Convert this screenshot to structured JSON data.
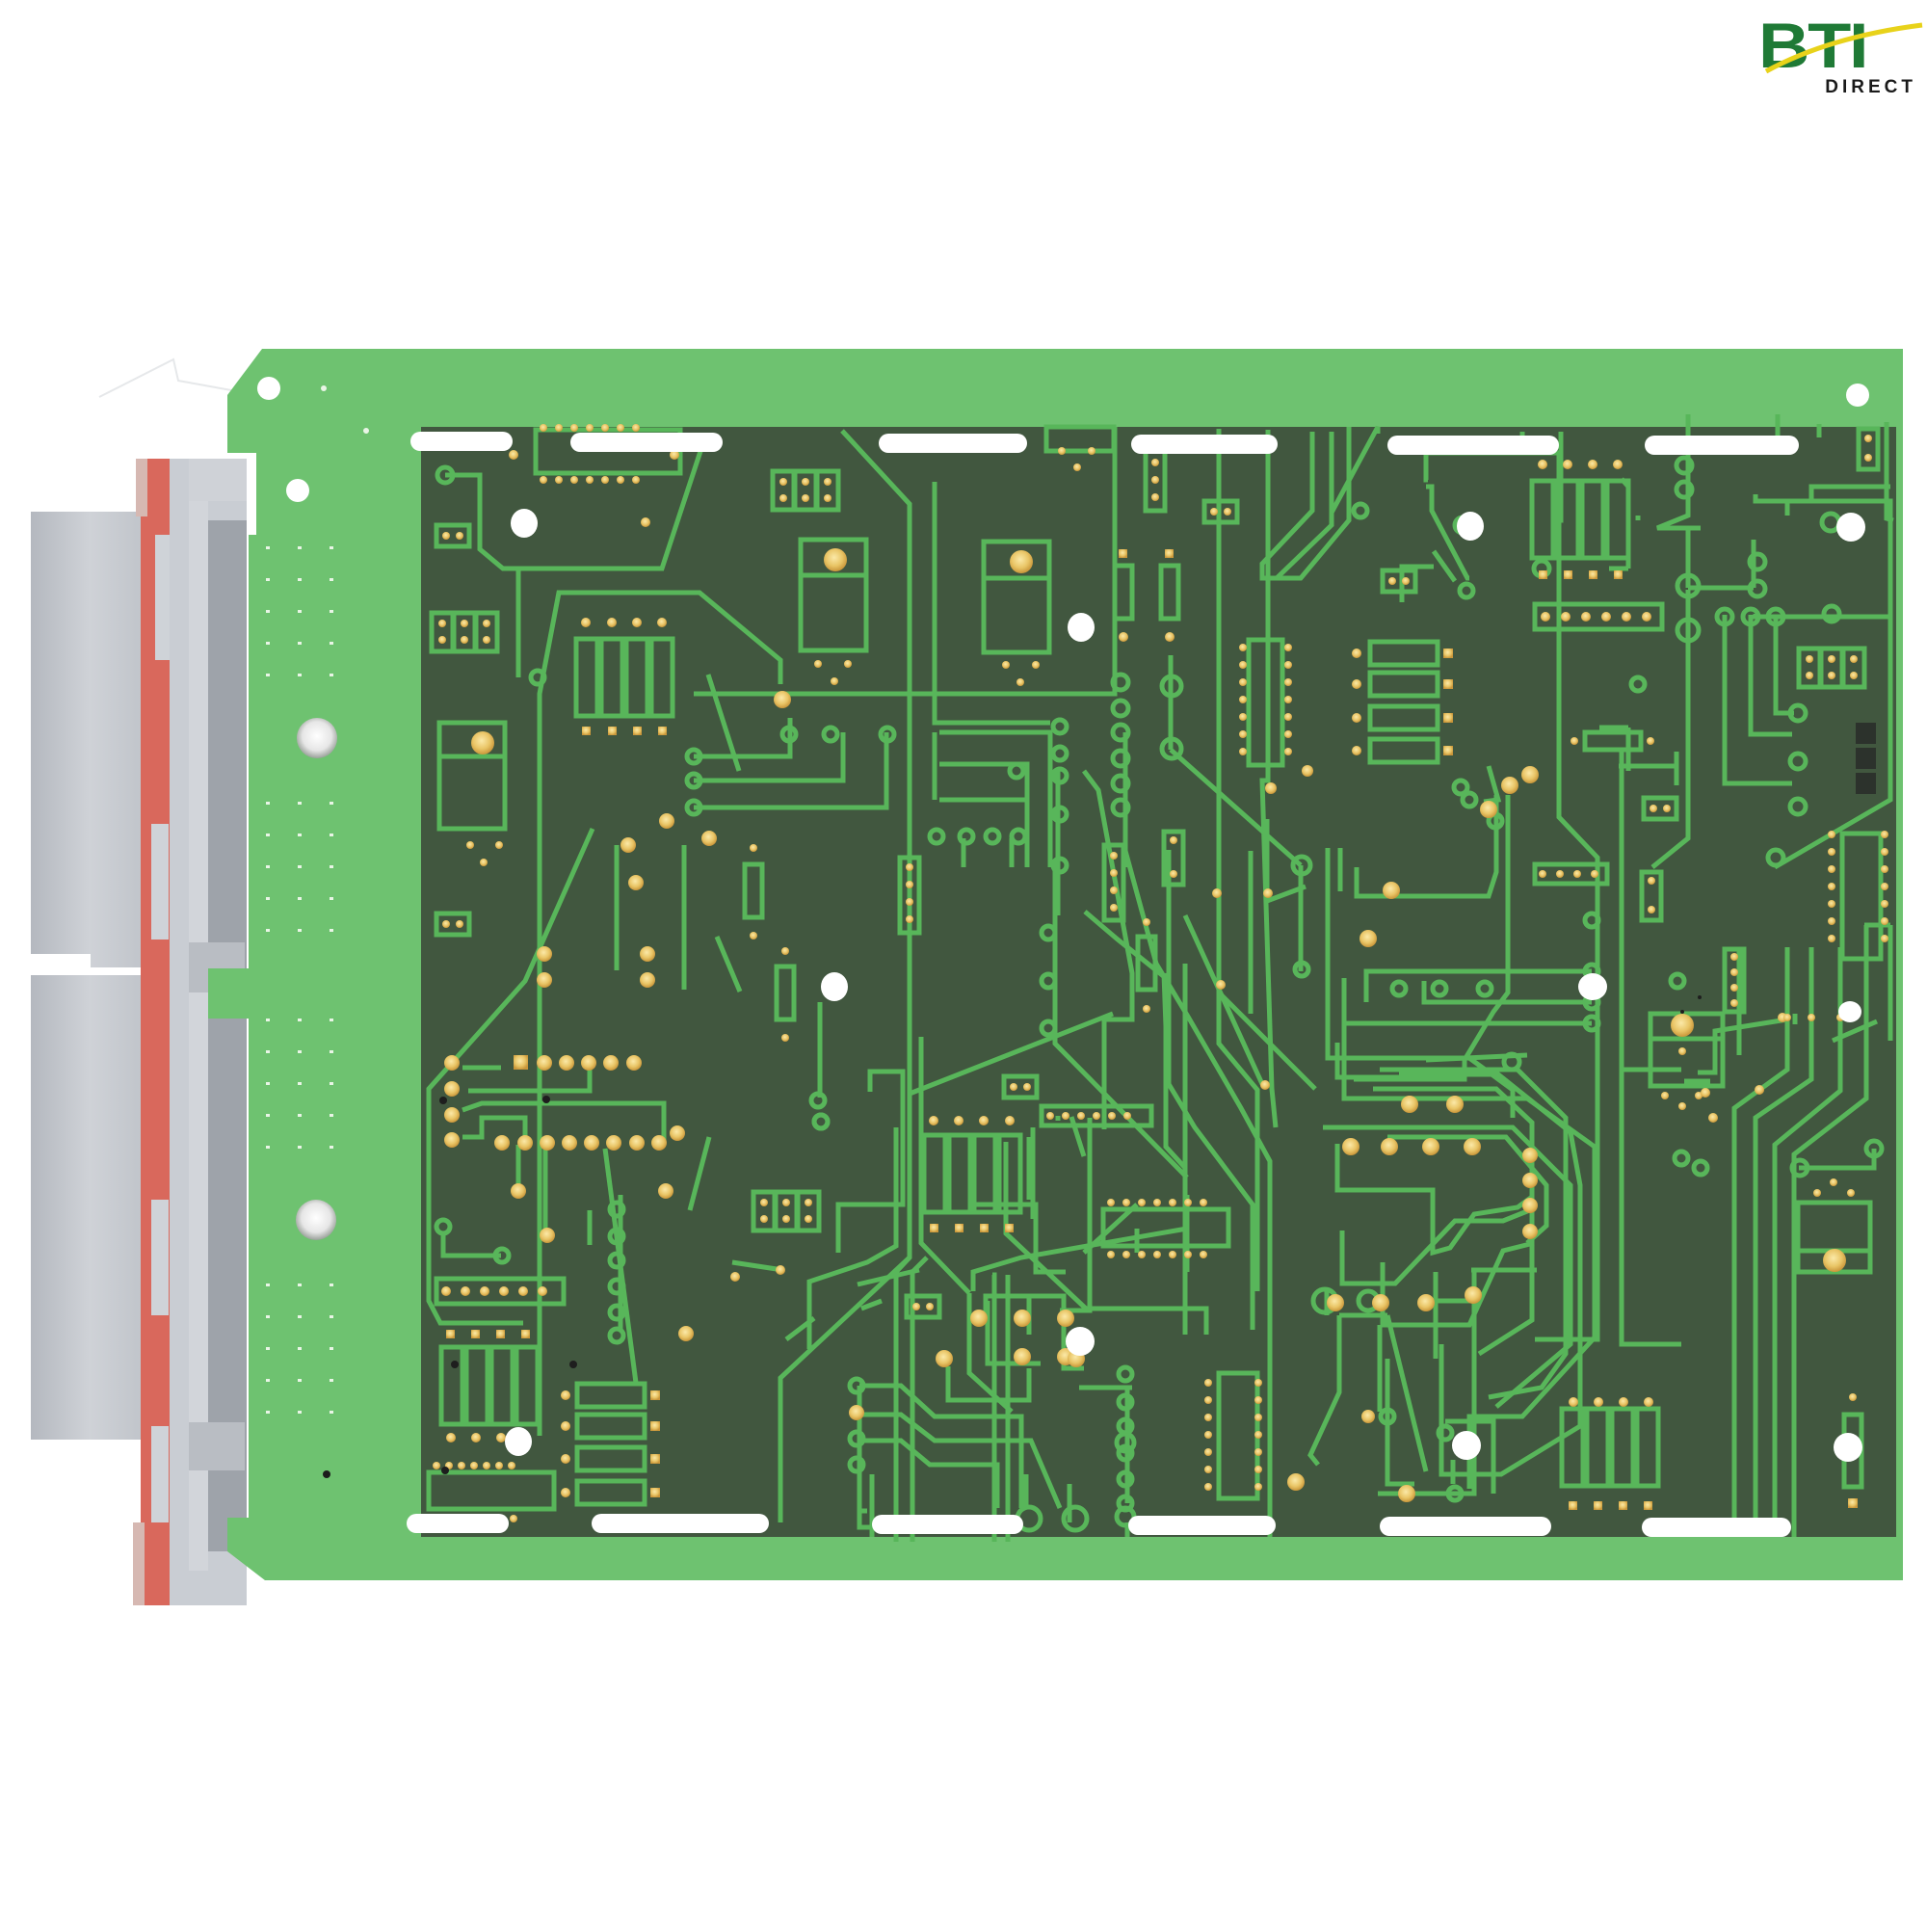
{
  "brand": {
    "name": "BTI",
    "subtitle": "DIRECT",
    "colors": {
      "primary_green": "#1f7a36",
      "accent_yellow": "#e8d21a",
      "text_dark": "#1a1a1a"
    }
  },
  "product": {
    "type": "printed-circuit-board",
    "colors": {
      "board_edge": "#6ec270",
      "copper_area": "#41573f",
      "trace": "#58b65a",
      "pad_gold": "#e9c566",
      "connector_gray": "#c3c7cd",
      "connector_red": "#d9685c",
      "hole": "#ffffff"
    },
    "icons": [
      "mounting-hole",
      "ic-chip",
      "resistor",
      "capacitor",
      "connector-header",
      "edge-connector"
    ]
  }
}
